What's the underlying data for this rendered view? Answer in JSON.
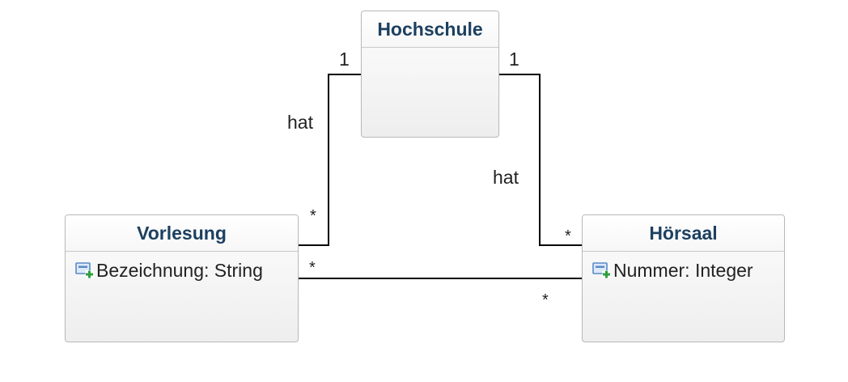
{
  "classes": {
    "hochschule": {
      "name": "Hochschule",
      "attributes": []
    },
    "vorlesung": {
      "name": "Vorlesung",
      "attributes": [
        "Bezeichnung: String"
      ]
    },
    "hoersaal": {
      "name": "Hörsaal",
      "attributes": [
        "Nummer: Integer"
      ]
    }
  },
  "associations": {
    "hochschule_vorlesung": {
      "label": "hat",
      "end_hochschule": "1",
      "end_vorlesung": "*"
    },
    "hochschule_hoersaal": {
      "label": "hat",
      "end_hochschule": "1",
      "end_hoersaal": "*"
    },
    "vorlesung_hoersaal": {
      "end_vorlesung": "*",
      "end_hoersaal": "*"
    }
  },
  "colors": {
    "class_title": "#1d4060",
    "line": "#000000",
    "attribute_icon_box": "#5b89c8",
    "attribute_icon_plus": "#2e9e3c"
  },
  "icons": {
    "attribute": "attribute-add-icon"
  }
}
